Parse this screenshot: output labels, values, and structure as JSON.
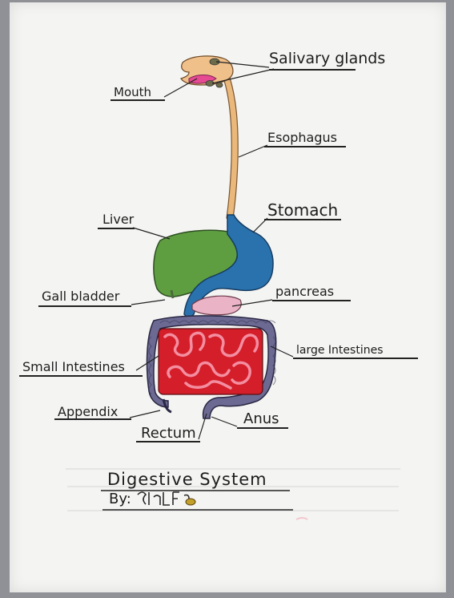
{
  "labels": {
    "salivary_glands": "Salivary glands",
    "mouth": "Mouth",
    "esophagus": "Esophagus",
    "stomach": "Stomach",
    "liver": "Liver",
    "gall_bladder": "Gall bladder",
    "pancreas": "pancreas",
    "large_intestines": "large Intestines",
    "small_intestines": "Small Intestines",
    "appendix": "Appendix",
    "anus": "Anus",
    "rectum": "Rectum"
  },
  "title": "Digestive System",
  "byline": "By:"
}
